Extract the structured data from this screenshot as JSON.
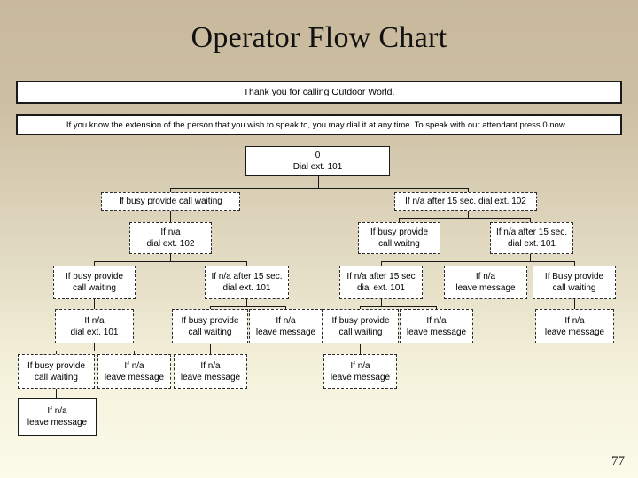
{
  "slide": {
    "title": "Operator Flow Chart",
    "page_number": "77",
    "background_top_color": "#c8b99c",
    "background_bottom_color": "#fbfbea"
  },
  "banners": [
    {
      "text": "Thank you for calling Outdoor World."
    },
    {
      "text": "If you know the extension of the person that you wish to speak to, you may dial it at any time. To speak with our attendant press 0 now..."
    }
  ],
  "nodes": {
    "root": {
      "line1": "0",
      "line2": "Dial ext. 101"
    },
    "l2_left": {
      "line1": "If busy provide call waiting",
      "line2": ""
    },
    "l2_right": {
      "line1": "If n/a after 15 sec. dial ext. 102",
      "line2": ""
    },
    "l3_a": {
      "line1": "If n/a",
      "line2": "dial ext. 102"
    },
    "l3_b": {
      "line1": "If busy provide",
      "line2": "call waitng"
    },
    "l3_c": {
      "line1": "If n/a after 15 sec.",
      "line2": "dial ext. 101"
    },
    "l4_a": {
      "line1": "If busy provide",
      "line2": "call waiting"
    },
    "l4_b": {
      "line1": "If n/a after 15 sec.",
      "line2": "dial ext. 101"
    },
    "l4_c": {
      "line1": "If n/a after 15 sec",
      "line2": "dial ext. 101"
    },
    "l4_d": {
      "line1": "If n/a",
      "line2": "leave message"
    },
    "l4_e": {
      "line1": "If Busy provide",
      "line2": "call waiting"
    },
    "l5_a": {
      "line1": "If n/a",
      "line2": "dial ext. 101"
    },
    "l5_b": {
      "line1": "If busy provide",
      "line2": "call waiting"
    },
    "l5_c": {
      "line1": "If n/a",
      "line2": "leave message"
    },
    "l5_d": {
      "line1": "If busy provide",
      "line2": "call waiting"
    },
    "l5_e": {
      "line1": "If n/a",
      "line2": "leave message"
    },
    "l5_f": {
      "line1": "If n/a",
      "line2": "leave message"
    },
    "l6_a": {
      "line1": "If busy provide",
      "line2": "call waiting"
    },
    "l6_b": {
      "line1": "If n/a",
      "line2": "leave message"
    },
    "l6_c": {
      "line1": "If n/a",
      "line2": "leave message"
    },
    "l6_d": {
      "line1": "If n/a",
      "line2": "leave message"
    },
    "l7_a": {
      "line1": "If n/a",
      "line2": "leave message"
    }
  }
}
